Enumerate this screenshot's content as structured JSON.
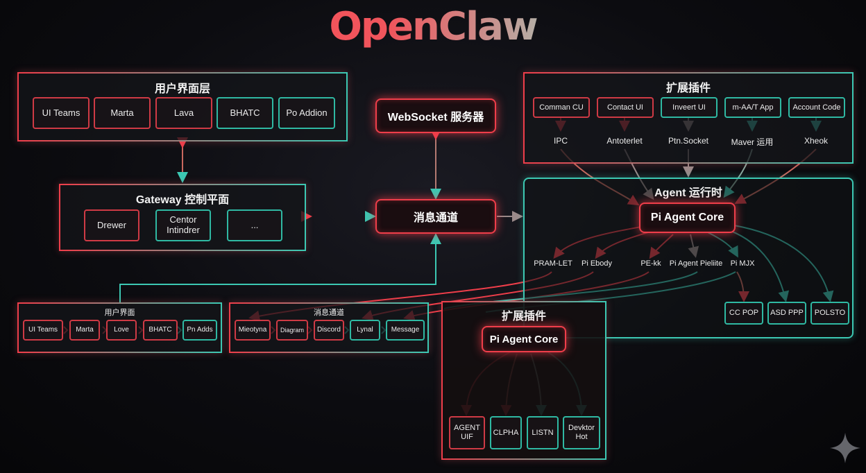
{
  "title": "OpenClaw",
  "ui_layer": {
    "title": "用户界面层",
    "items": [
      "UI Teams",
      "Marta",
      "Lava",
      "BHATC",
      "Po Addion"
    ]
  },
  "websocket": {
    "label": "WebSocket 服务器"
  },
  "gateway": {
    "title": "Gateway 控制平面",
    "items": [
      "Drewer",
      "Centor\nIntindrer",
      "..."
    ]
  },
  "message_channel": {
    "label": "消息通道"
  },
  "ext_plugins_top": {
    "title": "扩展插件",
    "items": [
      "Comman CU",
      "Contact UI",
      "Inveert UI",
      "m-AA/T App",
      "Account Code"
    ],
    "outputs": [
      "IPC",
      "Antoterlet",
      "Ptn.Socket",
      "Maver 运用",
      "Xheok"
    ]
  },
  "agent_runtime": {
    "title": "Agent 运行时",
    "core": "Pi Agent Core",
    "branches": [
      "PRAM-LET",
      "Pi Ebody",
      "PE-kk",
      "Pi Agent Pieliite",
      "Pi MJX"
    ],
    "leaves": [
      "CC POP",
      "ASD PPP",
      "POLSTO"
    ]
  },
  "ui_bottom": {
    "title": "用户界面",
    "items": [
      "UI Teams",
      "Marta",
      "Love",
      "BHATC",
      "Pn Adds"
    ]
  },
  "msg_bottom": {
    "title": "消息通道",
    "items": [
      "Mieotyna",
      "Diagram",
      "Discord",
      "Lynal",
      "Message"
    ]
  },
  "ext_plugins_bottom": {
    "title": "扩展插件",
    "core": "Pi Agent Core",
    "leaves": [
      "AGENT\nUIF",
      "CLPHA",
      "LISTN",
      "Devktor\nHot"
    ]
  },
  "colors": {
    "red": "#ef3e4a",
    "teal": "#3cc8b3"
  },
  "icons": [
    "sparkle-icon"
  ]
}
